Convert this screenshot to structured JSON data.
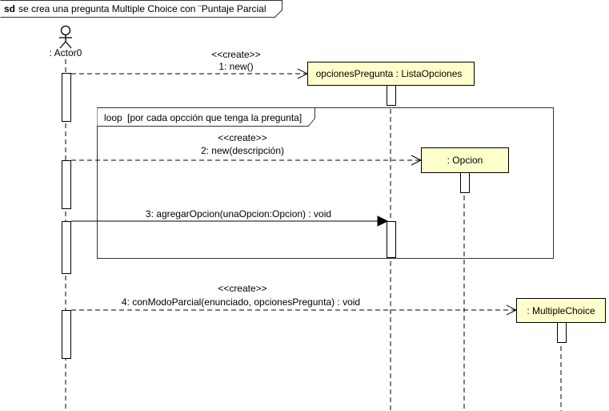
{
  "frame": {
    "keyword": "sd",
    "title": "se crea una pregunta Multiple Choice con ¨Puntaje Parcial"
  },
  "actor": {
    "label": ": Actor0"
  },
  "objects": [
    {
      "id": "listaopciones",
      "label": "opcionesPregunta : ListaOpciones"
    },
    {
      "id": "opcion",
      "label": ": Opcion"
    },
    {
      "id": "multiplechoice",
      "label": ": MultipleChoice"
    }
  ],
  "loop": {
    "keyword": "loop",
    "guard": "[por cada opcción que tenga la pregunta]"
  },
  "messages": [
    {
      "stereotype": "<<create>>",
      "label": "1: new()"
    },
    {
      "stereotype": "<<create>>",
      "label": "2: new(descripción)"
    },
    {
      "stereotype": "",
      "label": "3: agregarOpcion(unaOpcion:Opcion) : void"
    },
    {
      "stereotype": "<<create>>",
      "label": "4: conModoParcial(enunciado, opcionesPregunta) : void"
    }
  ],
  "colors": {
    "object_fill": "#ffffcc",
    "activation_fill": "#ffffff",
    "line": "#000000",
    "frame_border": "#333333"
  }
}
